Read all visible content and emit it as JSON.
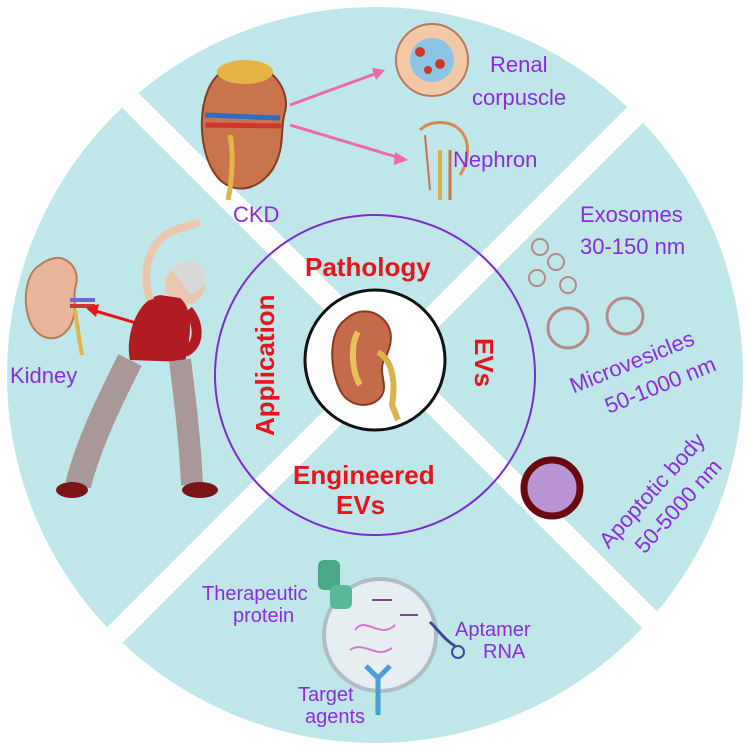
{
  "center": {
    "icon": "kidney-cross-section-icon"
  },
  "quadrants": {
    "pathology": {
      "title": "Pathology",
      "items": {
        "ckd": "CKD",
        "renal": [
          "Renal",
          "corpuscle"
        ],
        "nephron": "Nephron"
      }
    },
    "evs": {
      "title": "EVs",
      "exosomes": [
        "Exosomes",
        "30-150 nm"
      ],
      "microvesicles": [
        "Microvesicles",
        "50-1000 nm"
      ],
      "apoptotic": [
        "Apoptotic body",
        "50-5000 nm"
      ]
    },
    "engineered": {
      "title": [
        "Engineered",
        "EVs"
      ],
      "therapeutic": [
        "Therapeutic",
        "protein"
      ],
      "aptamer": [
        "Aptamer",
        "RNA"
      ],
      "target": [
        "Target",
        "agents"
      ]
    },
    "application": {
      "title": "Application",
      "kidney": "Kidney"
    }
  },
  "colors": {
    "background": "#bfe7ea",
    "divider": "#ffffff",
    "ring": "#7b2ccf",
    "title_red": "#e8141c",
    "label_purple": "#8a2be2"
  }
}
